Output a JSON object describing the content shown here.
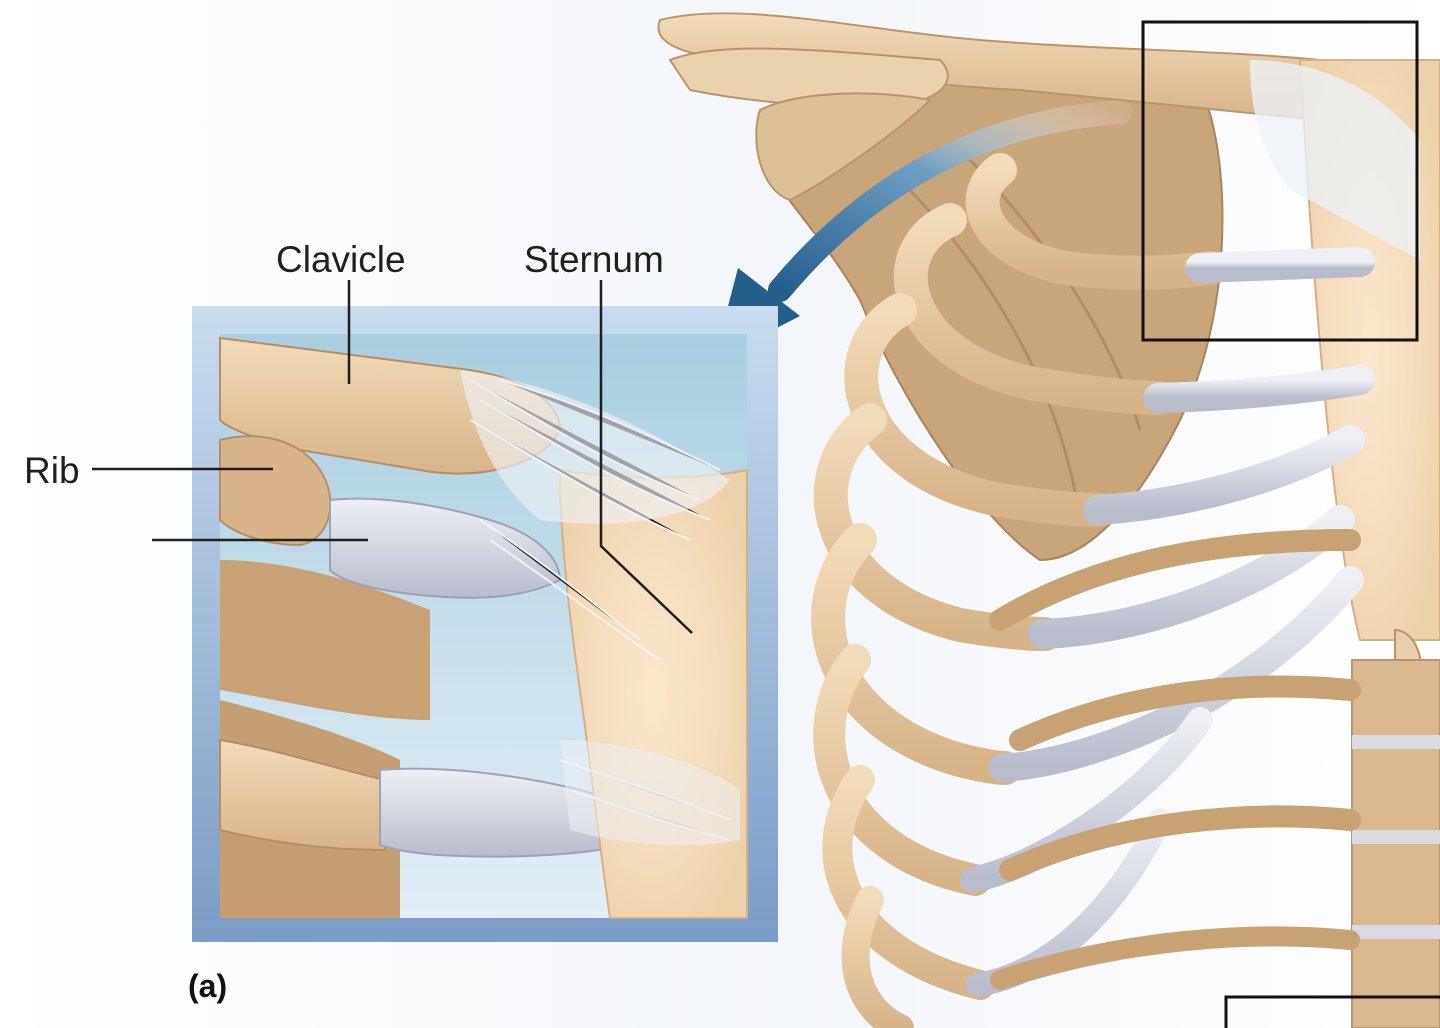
{
  "figure": {
    "panel_label": "(a)",
    "labels": {
      "clavicle": "Clavicle",
      "sternum": "Sternum",
      "rib": "Rib",
      "costal_cartilage": ""
    }
  },
  "colors": {
    "bone": "#e6cda5",
    "bone_shade": "#c9a57a",
    "cartilage": "#d6d8e2",
    "ligament": "#eef0f4",
    "frame": "#8fb0d6",
    "inset_bg": "#b9d8e6",
    "arrow": "#2b6690",
    "leader_line": "#1f1f1f"
  }
}
